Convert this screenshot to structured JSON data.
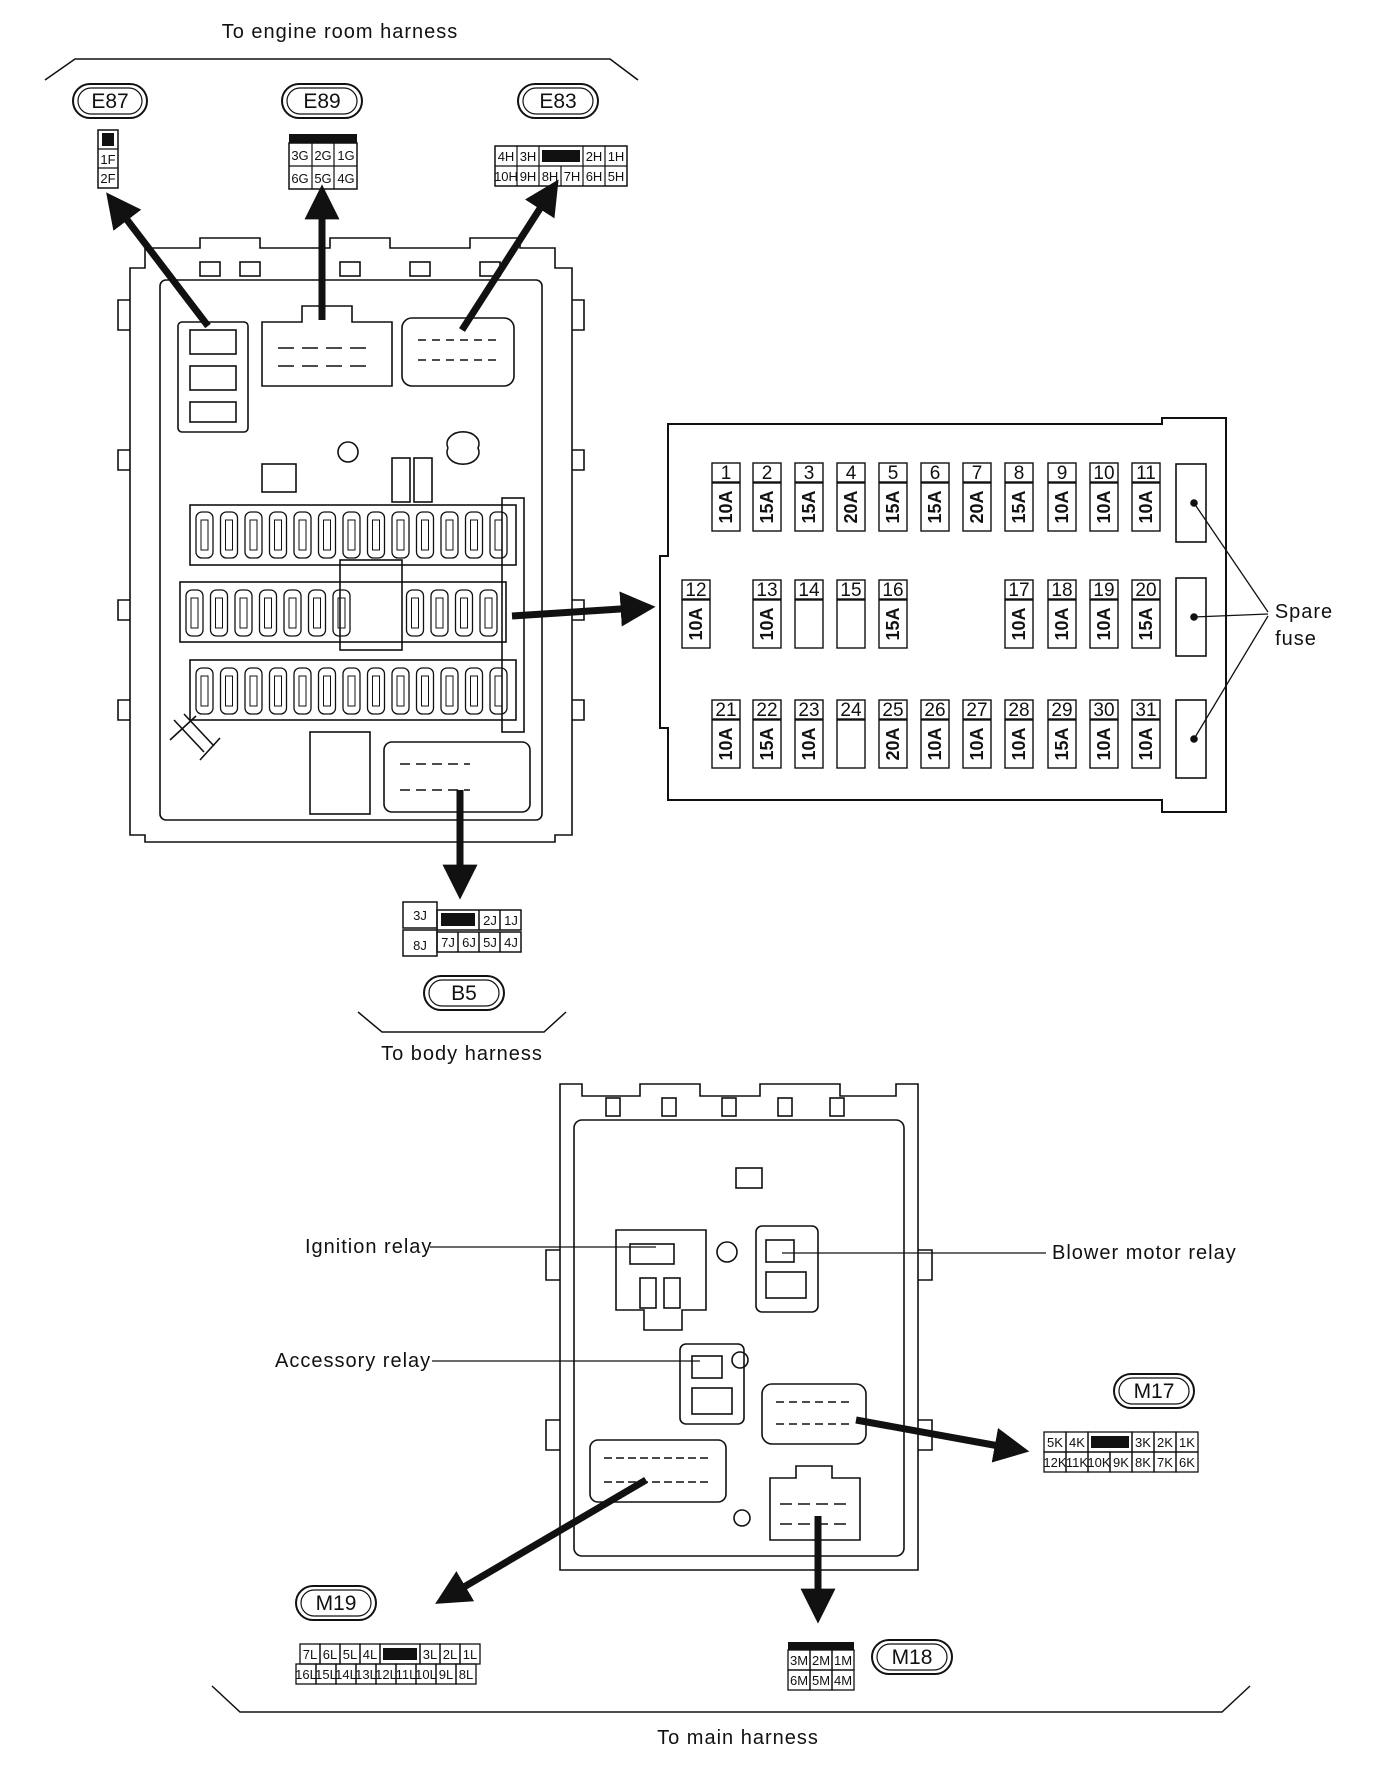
{
  "labels": {
    "engine_room": "To engine room harness",
    "body": "To body harness",
    "main": "To main harness",
    "spare_1": "Spare",
    "spare_2": "fuse",
    "ignition": "Ignition relay",
    "blower": "Blower motor relay",
    "accessory": "Accessory relay"
  },
  "connectors": {
    "E87": {
      "id": "E87",
      "rows": [
        [
          "■"
        ],
        [
          "1F"
        ],
        [
          "2F"
        ]
      ]
    },
    "E89": {
      "id": "E89",
      "rows": [
        [
          "3G",
          "2G",
          "1G"
        ],
        [
          "6G",
          "5G",
          "4G"
        ]
      ]
    },
    "E83": {
      "id": "E83",
      "rows": [
        [
          "4H",
          "3H",
          "■",
          "2H",
          "1H"
        ],
        [
          "10H",
          "9H",
          "8H",
          "7H",
          "6H",
          "5H"
        ]
      ]
    },
    "B5": {
      "id": "B5",
      "rows": [
        [
          "3J",
          "■",
          "2J",
          "1J"
        ],
        [
          "8J",
          "7J",
          "6J",
          "5J",
          "4J"
        ]
      ]
    },
    "M17": {
      "id": "M17",
      "rows": [
        [
          "5K",
          "4K",
          "■",
          "3K",
          "2K",
          "1K"
        ],
        [
          "12K",
          "11K",
          "10K",
          "9K",
          "8K",
          "7K",
          "6K"
        ]
      ]
    },
    "M18": {
      "id": "M18",
      "rows": [
        [
          "3M",
          "2M",
          "1M"
        ],
        [
          "6M",
          "5M",
          "4M"
        ]
      ]
    },
    "M19": {
      "id": "M19",
      "rows": [
        [
          "7L",
          "6L",
          "5L",
          "4L",
          "■",
          "3L",
          "2L",
          "1L"
        ],
        [
          "16L",
          "15L",
          "14L",
          "13L",
          "12L",
          "11L",
          "10L",
          "9L",
          "8L"
        ]
      ]
    }
  },
  "fuses": [
    {
      "num": "1",
      "amp": "10A"
    },
    {
      "num": "2",
      "amp": "15A"
    },
    {
      "num": "3",
      "amp": "15A"
    },
    {
      "num": "4",
      "amp": "20A"
    },
    {
      "num": "5",
      "amp": "15A"
    },
    {
      "num": "6",
      "amp": "15A"
    },
    {
      "num": "7",
      "amp": "20A"
    },
    {
      "num": "8",
      "amp": "15A"
    },
    {
      "num": "9",
      "amp": "10A"
    },
    {
      "num": "10",
      "amp": "10A"
    },
    {
      "num": "11",
      "amp": "10A"
    },
    {
      "num": "12",
      "amp": "10A"
    },
    {
      "num": "13",
      "amp": "10A"
    },
    {
      "num": "14",
      "amp": ""
    },
    {
      "num": "15",
      "amp": ""
    },
    {
      "num": "16",
      "amp": "15A"
    },
    {
      "num": "17",
      "amp": "10A"
    },
    {
      "num": "18",
      "amp": "10A"
    },
    {
      "num": "19",
      "amp": "10A"
    },
    {
      "num": "20",
      "amp": "15A"
    },
    {
      "num": "21",
      "amp": "10A"
    },
    {
      "num": "22",
      "amp": "15A"
    },
    {
      "num": "23",
      "amp": "10A"
    },
    {
      "num": "24",
      "amp": ""
    },
    {
      "num": "25",
      "amp": "20A"
    },
    {
      "num": "26",
      "amp": "10A"
    },
    {
      "num": "27",
      "amp": "10A"
    },
    {
      "num": "28",
      "amp": "10A"
    },
    {
      "num": "29",
      "amp": "15A"
    },
    {
      "num": "30",
      "amp": "10A"
    },
    {
      "num": "31",
      "amp": "10A"
    }
  ]
}
